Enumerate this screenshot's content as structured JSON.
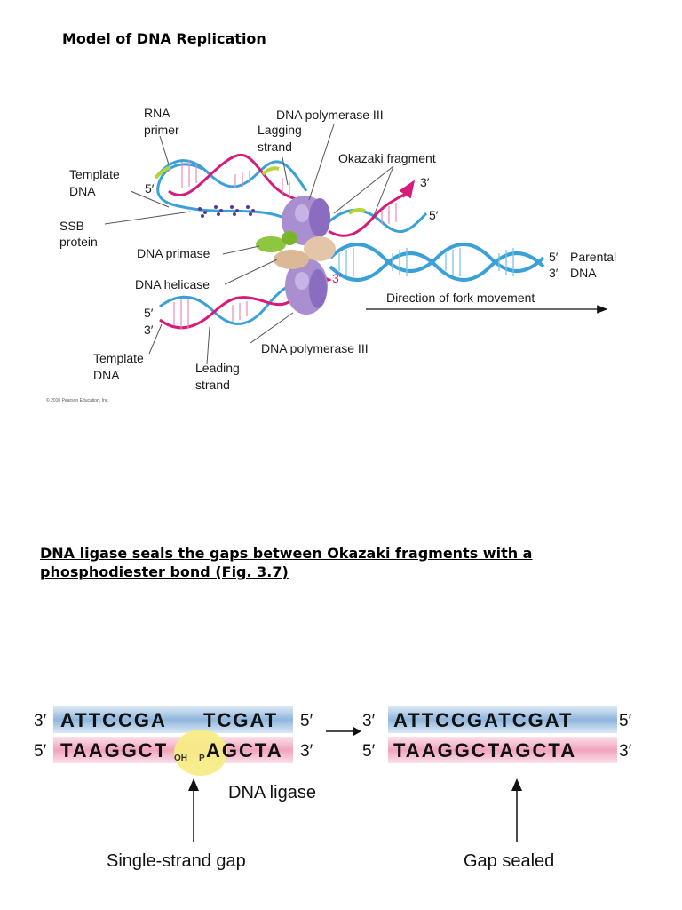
{
  "title": "Model of DNA Replication",
  "figure1": {
    "labels": {
      "rna_primer_1": "RNA",
      "rna_primer_2": "primer",
      "pol3_top": "DNA polymerase III",
      "lagging_1": "Lagging",
      "lagging_2": "strand",
      "okazaki": "Okazaki fragment",
      "template_top_1": "Template",
      "template_top_2": "DNA",
      "five_prime_a": "5′",
      "three_prime_top": "3′",
      "five_prime_top": "5′",
      "ssb_1": "SSB",
      "ssb_2": "protein",
      "primase": "DNA primase",
      "parental_5": "5′",
      "parental_3": "3′",
      "parental_1": "Parental",
      "parental_2": "DNA",
      "helicase": "DNA helicase",
      "three_prime_mid": "3′",
      "direction": "Direction of fork movement",
      "bottom_5": "5′",
      "bottom_3": "3′",
      "pol3_bottom": "DNA polymerase III",
      "template_bot_1": "Template",
      "template_bot_2": "DNA",
      "leading_1": "Leading",
      "leading_2": "strand",
      "copyright": "© 2010 Pearson Education, Inc."
    }
  },
  "section_heading": "DNA ligase seals the gaps between Okazaki fragments with a phosphodiester bond (Fig. 3.7)",
  "figure2": {
    "left": {
      "top_3": "3′",
      "top_seq_a": "ATTCCGA",
      "top_seq_b": "TCGAT",
      "top_5": "5′",
      "bot_5": "5′",
      "bot_seq_a": "TAAGGCT",
      "oh": "OH",
      "p": "P",
      "bot_seq_b": "AGCTA",
      "bot_3": "3′"
    },
    "right": {
      "top_3": "3′",
      "top_seq": "ATTCCGATCGAT",
      "top_5": "5′",
      "bot_5": "5′",
      "bot_seq": "TAAGGCTAGCTA",
      "bot_3": "3′"
    },
    "ligase_label": "DNA ligase",
    "caption_left": "Single-strand gap",
    "caption_right": "Gap sealed",
    "colors": {
      "blue_strand": "#8fb6dd",
      "pink_strand": "#f2a3bd",
      "ligase": "#f7ec86"
    }
  }
}
